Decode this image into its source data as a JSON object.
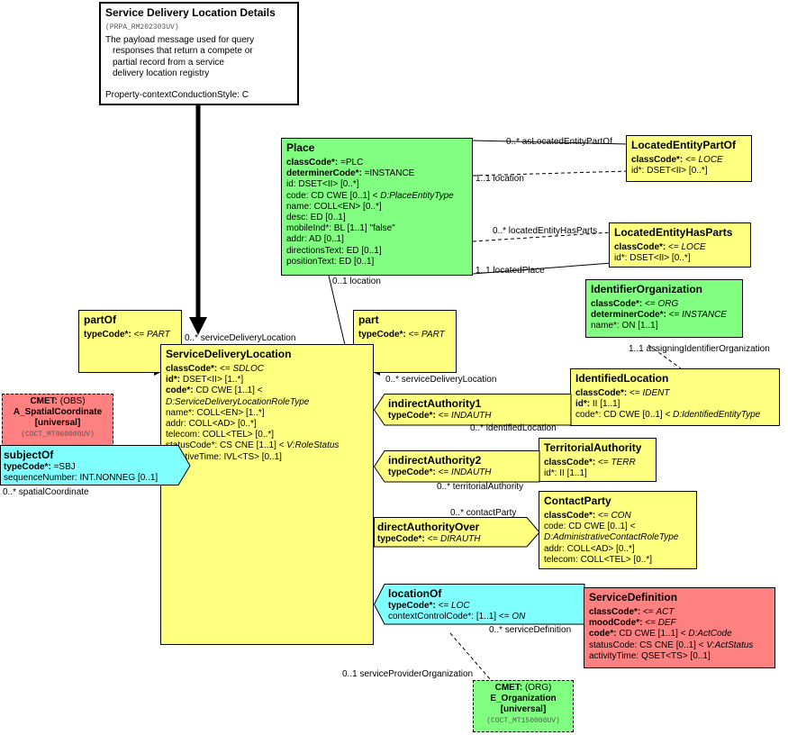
{
  "header": {
    "title": "Service Delivery Location Details",
    "id": "(PRPA_RM202303UV)",
    "desc": [
      "The payload message used for query",
      "responses that return a compete or",
      "partial record from a service",
      "delivery location registry"
    ],
    "style": "Property-contextConductionStyle: C"
  },
  "place": {
    "title": "Place",
    "rows": [
      {
        "name": "classCode*:",
        "rest": " =PLC",
        "bold": true
      },
      {
        "name": "determinerCode*:",
        "rest": " =INSTANCE",
        "bold": true
      },
      {
        "name": "id:",
        "rest": " DSET<II> [0..*]"
      },
      {
        "name": "code:",
        "rest": " CD CWE [0..1] < ",
        "it": "D:PlaceEntityType"
      },
      {
        "name": "name:",
        "rest": " COLL<EN> [0..*]"
      },
      {
        "name": "desc:",
        "rest": " ED [0..1]"
      },
      {
        "name": "mobileInd*:",
        "rest": " BL [1..1] \"false\""
      },
      {
        "name": "addr:",
        "rest": " AD [0..1]"
      },
      {
        "name": "directionsText:",
        "rest": " ED [0..1]"
      },
      {
        "name": "positionText:",
        "rest": " ED [0..1]"
      }
    ]
  },
  "located_part_of": {
    "title": "LocatedEntityPartOf",
    "rows": [
      {
        "name": "classCode*:",
        "rest": " <= ",
        "it": "LOCE",
        "bold": true
      },
      {
        "name": "id*:",
        "rest": " DSET<II> [0..*]"
      }
    ]
  },
  "located_has_parts": {
    "title": "LocatedEntityHasParts",
    "rows": [
      {
        "name": "classCode*:",
        "rest": " <= ",
        "it": "LOCE",
        "bold": true
      },
      {
        "name": "id*:",
        "rest": " DSET<II> [0..*]"
      }
    ]
  },
  "identifier_org": {
    "title": "IdentifierOrganization",
    "rows": [
      {
        "name": "classCode*:",
        "rest": " <= ",
        "it": "ORG",
        "bold": true
      },
      {
        "name": "determinerCode*:",
        "rest": " <= ",
        "it": "INSTANCE",
        "bold": true
      },
      {
        "name": "name*:",
        "rest": " ON [1..1]"
      }
    ]
  },
  "part_of": {
    "title": "partOf",
    "rows": [
      {
        "name": "typeCode*:",
        "rest": " <= ",
        "it": "PART",
        "bold": true
      }
    ]
  },
  "part": {
    "title": "part",
    "rows": [
      {
        "name": "typeCode*:",
        "rest": " <= ",
        "it": "PART",
        "bold": true
      }
    ]
  },
  "sdl": {
    "title": "ServiceDeliveryLocation",
    "rows": [
      {
        "name": "classCode*:",
        "rest": " <= ",
        "it": "SDLOC",
        "bold": true
      },
      {
        "name": "id*:",
        "rest": " DSET<II> [1..*]",
        "bold": true
      },
      {
        "name": "code*:",
        "rest": " CD CWE [1..1] <",
        "bold": true
      },
      {
        "name": "",
        "rest": "",
        "it": "D:ServiceDeliveryLocationRoleType"
      },
      {
        "name": "name*:",
        "rest": " COLL<EN> [1..*]"
      },
      {
        "name": "addr:",
        "rest": " COLL<AD> [0..*]"
      },
      {
        "name": "telecom:",
        "rest": " COLL<TEL> [0..*]"
      },
      {
        "name": "statusCode*:",
        "rest": " CS CNE [1..1] < ",
        "it": "V:RoleStatus"
      },
      {
        "name": "effectiveTime:",
        "rest": " IVL<TS> [0..1]"
      }
    ]
  },
  "cmet_obs": {
    "l1a": "CMET:",
    "l1b": " (OBS)",
    "l2": "A_SpatialCoordinate",
    "l3": "[universal]",
    "l4": "(COCT_MT960000UV)"
  },
  "subject_of": {
    "title": "subjectOf",
    "rows": [
      {
        "name": "typeCode*:",
        "rest": " =SBJ",
        "bold": true
      },
      {
        "name": "sequenceNumber:",
        "rest": " INT.NONNEG [0..1]"
      }
    ]
  },
  "identified_location": {
    "title": "IdentifiedLocation",
    "rows": [
      {
        "name": "classCode*:",
        "rest": " <= ",
        "it": "IDENT",
        "bold": true
      },
      {
        "name": "id*:",
        "rest": " II [1..1]",
        "bold": true
      },
      {
        "name": "code*:",
        "rest": " CD CWE [0..1] < ",
        "it": "D:IdentifiedEntityType"
      }
    ]
  },
  "indirect1": {
    "title": "indirectAuthority1",
    "rows": [
      {
        "name": "typeCode*:",
        "rest": " <= ",
        "it": "INDAUTH",
        "bold": true
      }
    ]
  },
  "territorial": {
    "title": "TerritorialAuthority",
    "rows": [
      {
        "name": "classCode*:",
        "rest": " <= ",
        "it": "TERR",
        "bold": true
      },
      {
        "name": "id*:",
        "rest": " II [1..1]"
      }
    ]
  },
  "indirect2": {
    "title": "indirectAuthority2",
    "rows": [
      {
        "name": "typeCode*:",
        "rest": " <= ",
        "it": "INDAUTH",
        "bold": true
      }
    ]
  },
  "contact_party": {
    "title": "ContactParty",
    "rows": [
      {
        "name": "classCode*:",
        "rest": " <= ",
        "it": "CON",
        "bold": true
      },
      {
        "name": "code:",
        "rest": " CD CWE [0..1] <"
      },
      {
        "name": "",
        "rest": "",
        "it": "D:AdministrativeContactRoleType"
      },
      {
        "name": "addr:",
        "rest": " COLL<AD> [0..*]"
      },
      {
        "name": "telecom:",
        "rest": " COLL<TEL> [0..*]"
      }
    ]
  },
  "direct_over": {
    "title": "directAuthorityOver",
    "rows": [
      {
        "name": "typeCode*:",
        "rest": " <= ",
        "it": "DIRAUTH",
        "bold": true
      }
    ]
  },
  "location_of": {
    "title": "locationOf",
    "rows": [
      {
        "name": "typeCode*:",
        "rest": " <= ",
        "it": "LOC",
        "bold": true
      },
      {
        "name": "contextControlCode*:",
        "rest": " [1..1] <= ",
        "it": "ON"
      }
    ]
  },
  "service_def": {
    "title": "ServiceDefinition",
    "rows": [
      {
        "name": "classCode*:",
        "rest": " <= ",
        "it": "ACT",
        "bold": true
      },
      {
        "name": "moodCode*:",
        "rest": " <= ",
        "it": "DEF",
        "bold": true
      },
      {
        "name": "code*:",
        "rest": " CD CWE [1..1] < ",
        "it": "D:ActCode",
        "bold": true
      },
      {
        "name": "statusCode:",
        "rest": " CS CNE [0..1] < ",
        "it": "V:ActStatus"
      },
      {
        "name": "activityTime:",
        "rest": " QSET<TS> [0..1]"
      }
    ]
  },
  "cmet_org": {
    "l1a": "CMET:",
    "l1b": " (ORG)",
    "l2": "E_Organization",
    "l3": "[universal]",
    "l4": "(COCT_MT150000UV)"
  },
  "labels": {
    "as_located_part_of": "0..* asLocatedEntityPartOf",
    "location_top": "1..1 location",
    "located_has_parts": "0..* locatedEntityHasParts",
    "located_place": "1..1 locatedPlace",
    "location_place": "0..1 location",
    "service_delivery_location": "0..* serviceDeliveryLocation",
    "service_delivery_location2": "0..* serviceDeliveryLocation",
    "assigning_org": "1..1 assigningIdentifierOrganization",
    "identified_location": "0..* identifiedLocation",
    "territorial_authority": "0..* territorialAuthority",
    "contact_party": "0..* contactParty",
    "service_definition": "0..* serviceDefinition",
    "service_provider_org": "0..1 serviceProviderOrganization",
    "spatial_coordinate": "0..* spatialCoordinate"
  }
}
